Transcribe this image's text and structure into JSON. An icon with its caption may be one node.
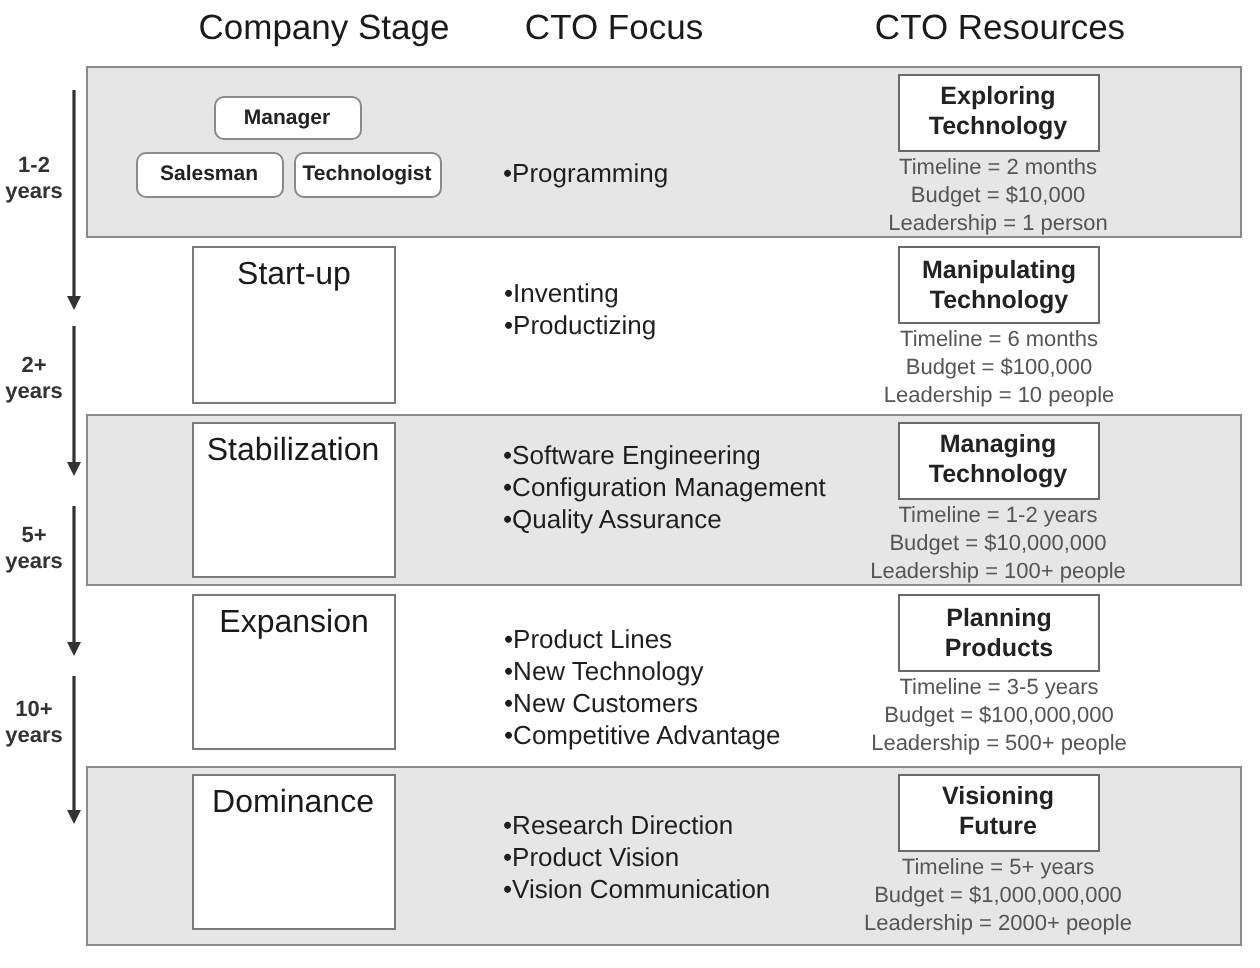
{
  "diagram": {
    "nodes": [
      {
        "text": [
          "•Programming"
        ]
      },
      {
        "text": [
          "Manager"
        ],
        "in": 0
      },
      {
        "text": [
          "Salesman"
        ],
        "in": 0
      },
      {
        "text": [
          "Technologist"
        ],
        "in": 0
      },
      {
        "text": [
          "Exploring Technology"
        ],
        "in": 0,
        "beside": [
          "Timeline = 2 months",
          "Budget = $10,000",
          "Leadership = 1 person"
        ]
      },
      {
        "text": [
          "Start-up"
        ]
      },
      {
        "text": [
          "Manipulating Technology"
        ],
        "beside": [
          "Timeline = 6 months",
          "Budget = $100,000",
          "Leadership = 10 people"
        ]
      },
      {
        "text": [
          "•Software Engineering",
          "•Configuration Management",
          "•Quality Assurance"
        ]
      },
      {
        "text": [
          "Stabilization"
        ],
        "in": 7
      },
      {
        "text": [
          "Managing Technology"
        ],
        "in": 7,
        "beside": [
          "Timeline = 1-2 years",
          "Budget = $10,000,000",
          "Leadership = 100+ people"
        ]
      },
      {
        "text": [
          "Expansion"
        ]
      },
      {
        "text": [
          "Planning Products"
        ],
        "beside": [
          "Timeline = 3-5 years",
          "Budget = $100,000,000",
          "Leadership = 500+ people"
        ]
      },
      {
        "text": [
          "•Research Direction",
          "•Product Vision",
          "•Vision Communication"
        ]
      },
      {
        "text": [
          "Dominance"
        ],
        "in": 12
      },
      {
        "text": [
          "Visioning Future"
        ],
        "in": 12,
        "beside": [
          "Timeline = 5+ years",
          "Budget = $1,000,000,000",
          "Leadership = 2000+ people"
        ]
      }
    ],
    "labels": [
      "Company Stage",
      "CTO Focus",
      "CTO Resources",
      "1-2 years",
      "2+ years",
      "•Inventing",
      "•Productizing",
      "5+ years",
      "10+ years",
      "•Product Lines",
      "•New Technology",
      "•New Customers",
      "•Competitive Advantage"
    ]
  }
}
